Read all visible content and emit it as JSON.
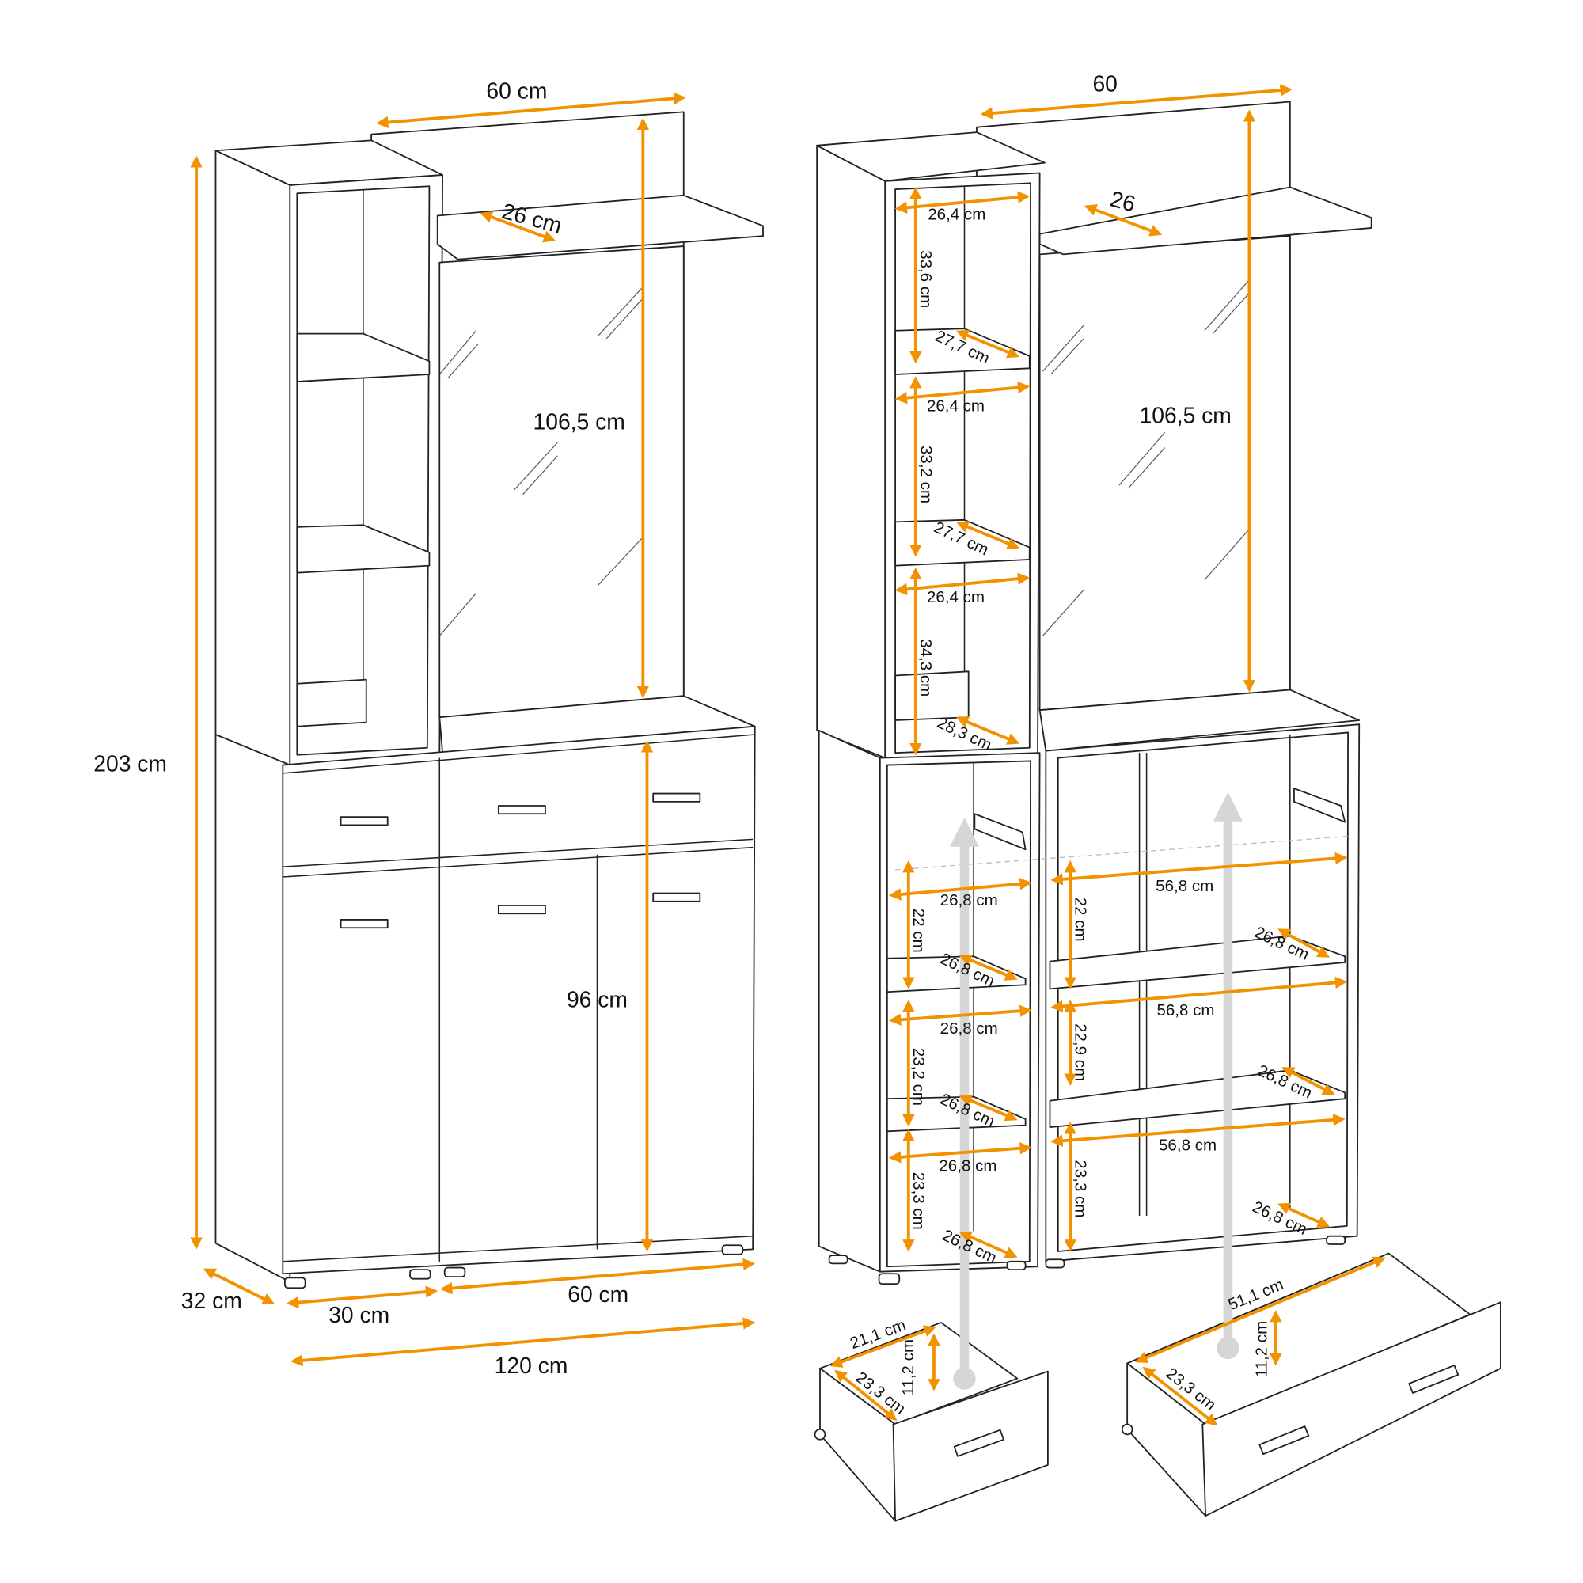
{
  "colors": {
    "dimension": "#f39200",
    "outline": "#222222",
    "assembly_arrow": "#d6d6d6"
  },
  "left_unit": {
    "height_total": "203 cm",
    "width_top": "60 cm",
    "shelf_depth": "26 cm",
    "mirror_height": "106,5 cm",
    "cabinet_height": "96 cm",
    "depth": "32 cm",
    "tower_width": "30 cm",
    "cabinet_width": "60 cm",
    "total_width": "120 cm"
  },
  "right_unit": {
    "width_top": "60",
    "shelf_depth": "26",
    "mirror_height": "106,5 cm",
    "tower_upper": [
      {
        "width": "26,4 cm",
        "height": "33,6 cm",
        "depth": "27,7 cm"
      },
      {
        "width": "26,4 cm",
        "height": "33,2 cm",
        "depth": "27,7 cm"
      },
      {
        "width": "26,4 cm",
        "height": "34,3 cm",
        "depth": "28,3 cm"
      }
    ],
    "tower_lower": [
      {
        "width": "26,8 cm",
        "height": "22 cm",
        "depth": "26,8 cm"
      },
      {
        "width": "26,8 cm",
        "height": "23,2 cm",
        "depth": "26,8 cm"
      },
      {
        "width": "26,8 cm",
        "height": "23,3 cm",
        "depth": "26,8 cm"
      }
    ],
    "cabinet": [
      {
        "width": "56,8 cm",
        "height": "22 cm",
        "depth": "26,8 cm"
      },
      {
        "width": "56,8 cm",
        "height": "22,9 cm",
        "depth": "26,8 cm"
      },
      {
        "width": "56,8 cm",
        "height": "23,3 cm",
        "depth": "26,8 cm"
      }
    ],
    "small_drawer": {
      "width": "21,1 cm",
      "height": "11,2 cm",
      "depth": "23,3 cm"
    },
    "large_drawer": {
      "width": "51,1 cm",
      "height": "11,2 cm",
      "depth": "23,3 cm"
    }
  }
}
